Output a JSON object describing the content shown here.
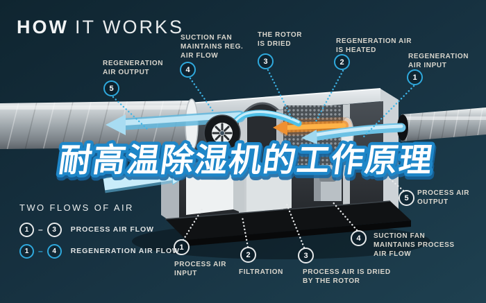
{
  "title": {
    "bold": "HOW",
    "light": "IT WORKS"
  },
  "overlay_title": "耐高温除湿机的工作原理",
  "colors": {
    "background": "#14303f",
    "accent_cyan": "#2fa9dd",
    "label_text": "#d9d6cd",
    "heat_orange": "#ef8a1f",
    "flow_blue": "#9fd8f0",
    "overlay_stroke_blue": "#1e86c8"
  },
  "regeneration_callouts": [
    {
      "num": "1",
      "label": "REGENERATION AIR INPUT"
    },
    {
      "num": "2",
      "label": "REGENERATION AIR IS HEATED"
    },
    {
      "num": "3",
      "label": "THE ROTOR IS DRIED"
    },
    {
      "num": "4",
      "label": "SUCTION FAN MAINTAINS REG. AIR FLOW"
    },
    {
      "num": "5",
      "label": "REGENERATION AIR OUTPUT"
    }
  ],
  "process_callouts": [
    {
      "num": "1",
      "label": "PROCESS AIR INPUT"
    },
    {
      "num": "2",
      "label": "FILTRATION"
    },
    {
      "num": "3",
      "label": "PROCESS AIR IS DRIED BY THE ROTOR"
    },
    {
      "num": "4",
      "label": "SUCTION FAN MAINTAINS PROCESS AIR FLOW"
    },
    {
      "num": "5",
      "label": "PROCESS AIR OUTPUT"
    }
  ],
  "legend": {
    "title": "TWO FLOWS OF AIR",
    "rows": [
      {
        "from": "1",
        "dash": "–",
        "to": "3",
        "label": "PROCESS AIR FLOW",
        "style": "white"
      },
      {
        "from": "1",
        "dash": "–",
        "to": "4",
        "label": "REGENERATION AIR FLOW",
        "style": "cyan"
      }
    ]
  }
}
